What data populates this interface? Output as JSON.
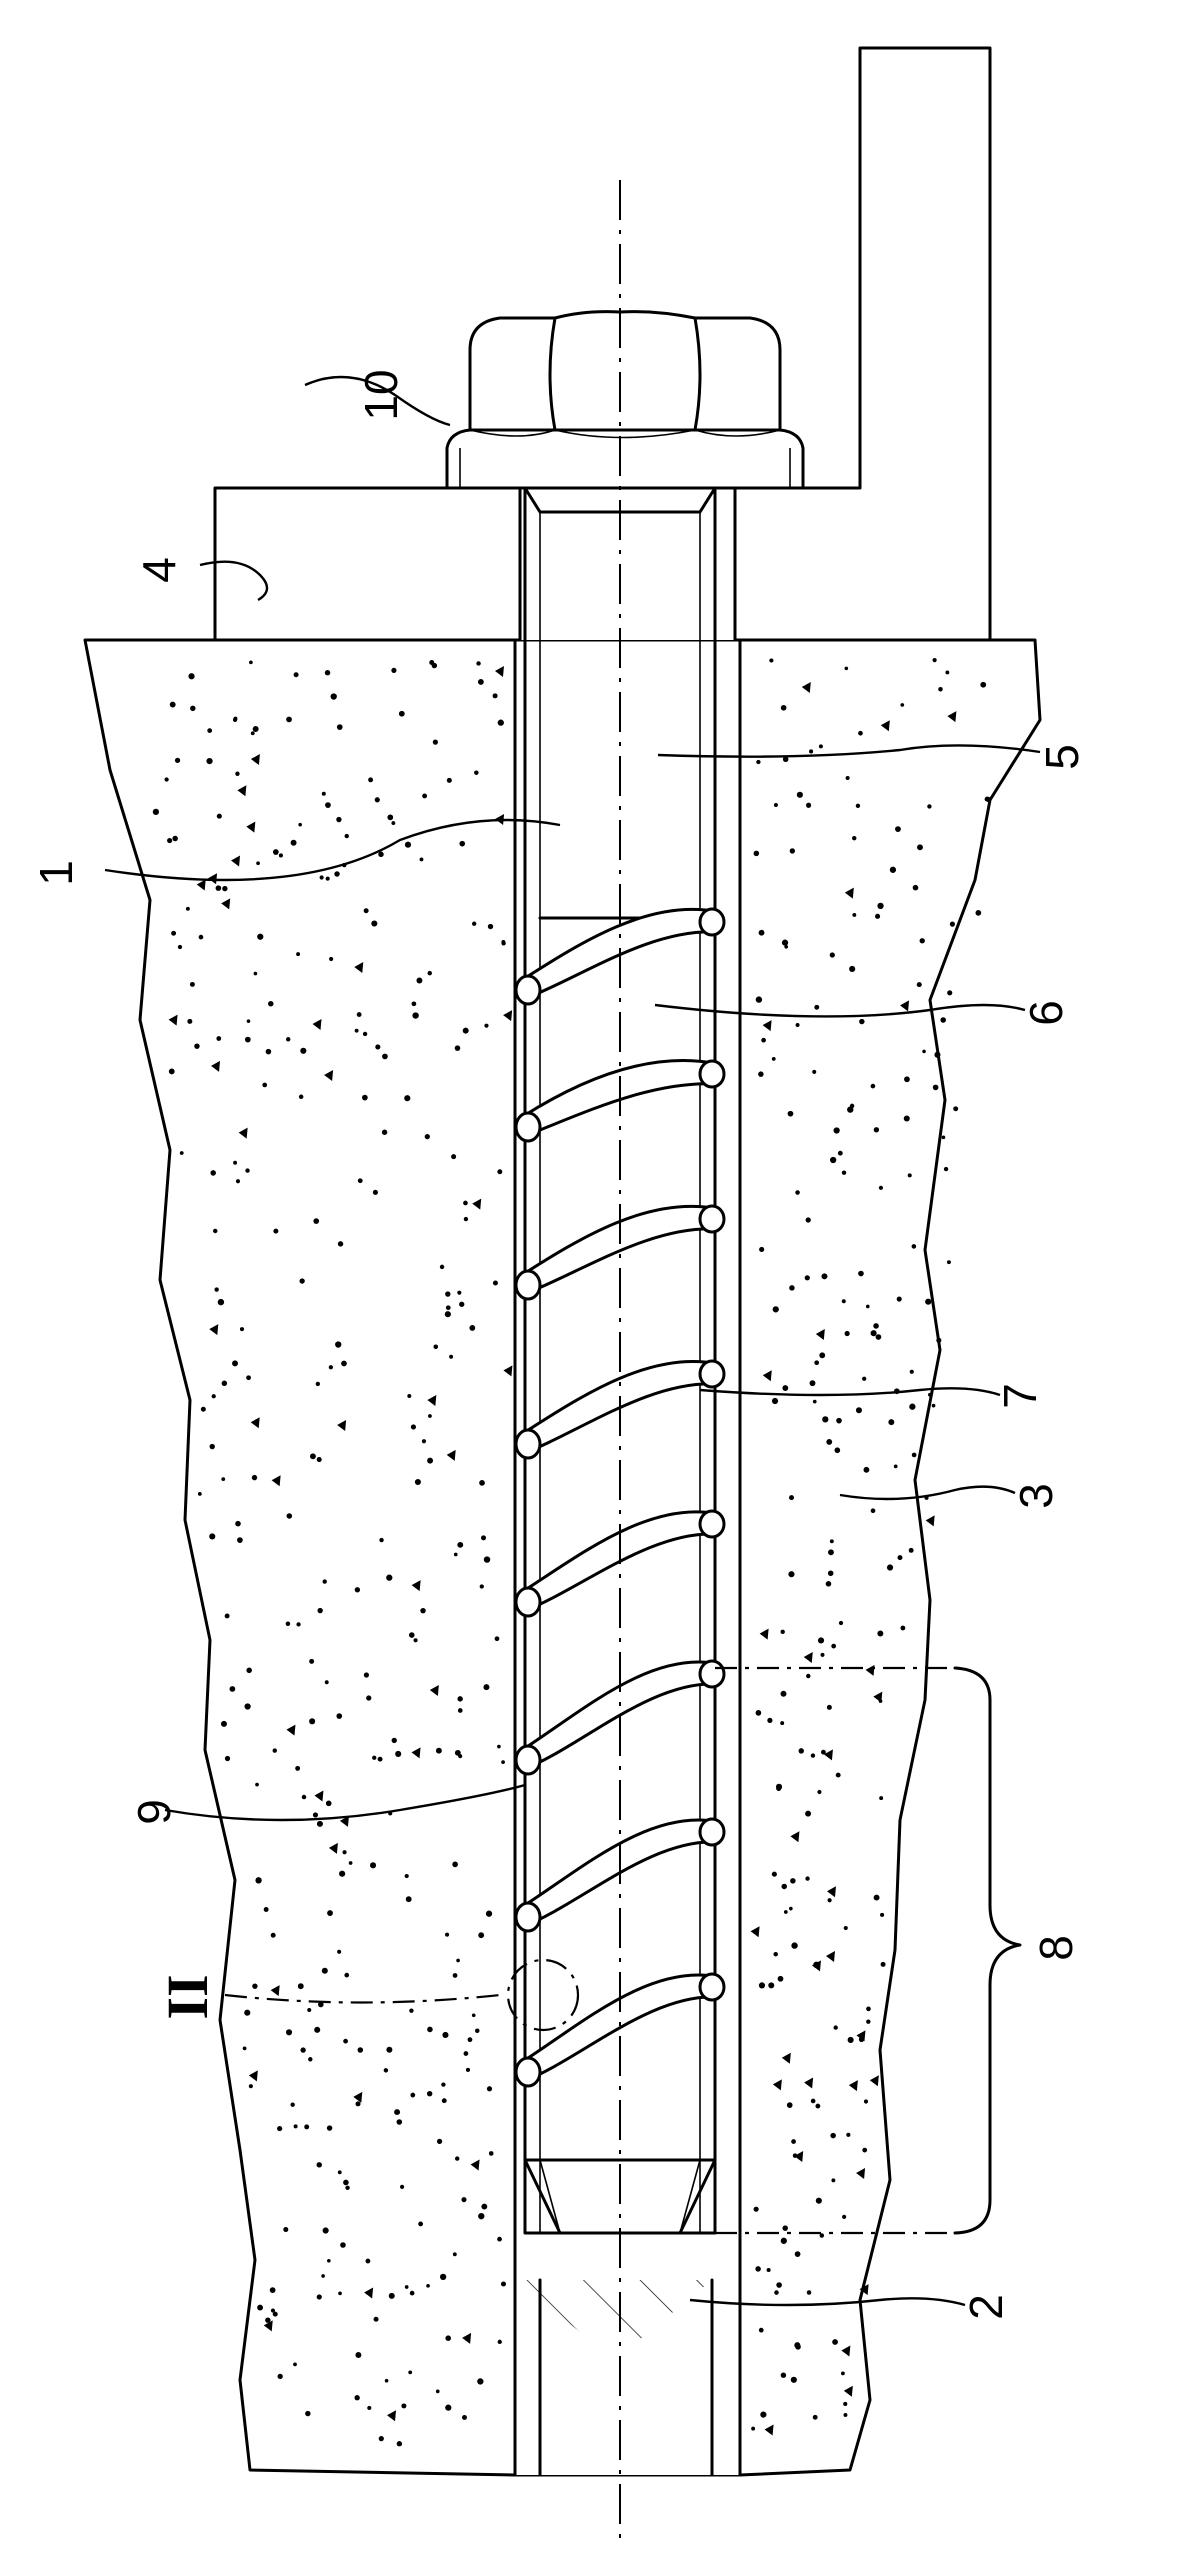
{
  "figure": {
    "labels": {
      "l1": "1",
      "l2": "2",
      "l3": "3",
      "l4": "4",
      "l5": "5",
      "l6": "6",
      "l7": "7",
      "l8": "8",
      "l9": "9",
      "l10": "10",
      "detail": "II"
    },
    "parts": [
      "screw-shank",
      "drill-hole",
      "concrete-substrate",
      "attachment-plate",
      "shank-smooth-section",
      "shank-threaded-section",
      "thread-flank",
      "anchoring-zone",
      "thread-root",
      "hex-head"
    ]
  }
}
